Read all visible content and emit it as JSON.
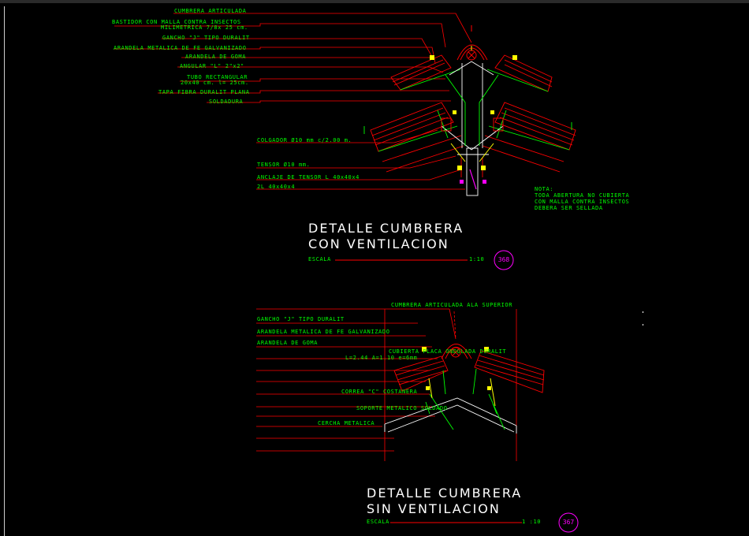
{
  "colors": {
    "background": "#000000",
    "leader": "#ff0000",
    "label": "#00ff00",
    "title": "#ffffff",
    "number": "#ff00ff",
    "yellow": "#ffff00",
    "magenta": "#ff00ff",
    "white": "#ffffff"
  },
  "detail1": {
    "labels": {
      "cumbrera": "CUMBRERA ARTICULADA",
      "bastidor_1": "BASTIDOR CON MALLA CONTRA INSECTOS",
      "bastidor_2": "MILIMETRICA  7/8x 25 cm.",
      "gancho": "GANCHO \"J\" TIPO DURALIT",
      "arandela_fe": "ARANDELA METALICA DE FE GALVANIZADO",
      "arandela_goma": "ARANDELA DE GOMA",
      "angular": "ANGULAR \"L\" 2\"x2\"",
      "tubo_1": "TUBO RECTANGULAR",
      "tubo_2": "20x40 cm. l= 25cm.",
      "tapa": "TAPA FIBRA DURALIT PLANA",
      "soldadura": "SOLDADURA",
      "colgador": "COLGADOR Ø10 mm c/2.00 m.",
      "tensor": "TENSOR Ø10 mm.",
      "anclaje": "ANCLAJE DE TENSOR L 40x40x4",
      "dos_l": "2L 40x40x4"
    },
    "note": [
      "NOTA:",
      "TODA ABERTURA NO CUBIERTA",
      "CON MALLA CONTRA INSECTOS",
      "DEBERA SER SELLADA"
    ],
    "title_line1": "DETALLE CUMBRERA",
    "title_line2": "CON VENTILACION",
    "escala_label": "ESCALA",
    "escala_value": "1:10",
    "detail_number": "368"
  },
  "detail2": {
    "labels": {
      "cumbrera_ala": "CUMBRERA ARTICULADA ALA SUPERIOR",
      "gancho": "GANCHO \"J\" TIPO DURALIT",
      "arandela_fe": "ARANDELA METALICA DE FE GALVANIZADO",
      "arandela_goma": "ARANDELA DE GOMA",
      "cubierta": "CUBIERTA PLACA ONDULADA DURALIT",
      "medidas": "L=2.44  A=1.10 e=6mm",
      "correa": "CORREA \"C\" COSTANERA",
      "soporte": "SOPORTE METALICO SOLDADO",
      "cercha": "CERCHA METALICA"
    },
    "title_line1": "DETALLE CUMBRERA",
    "title_line2": "SIN VENTILACION",
    "escala_label": "ESCALA",
    "escala_value": "1 :10",
    "detail_number": "367"
  }
}
